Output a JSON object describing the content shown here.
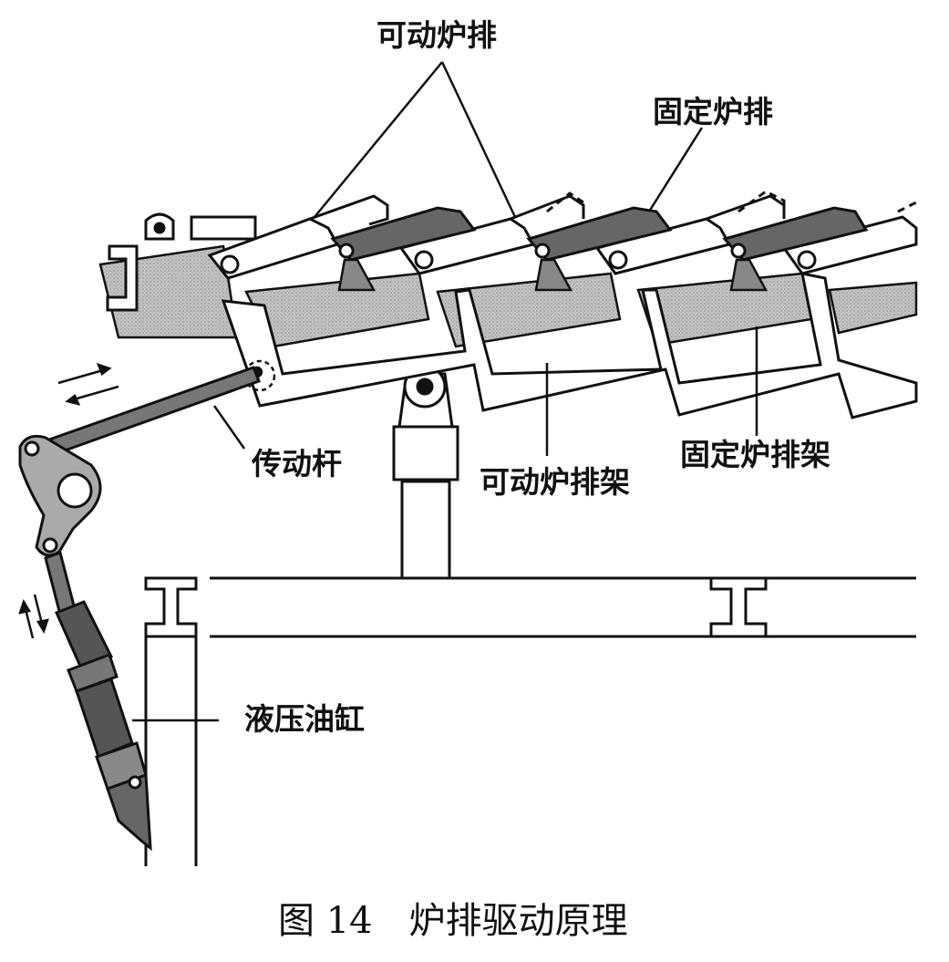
{
  "labels": {
    "movable_grate": "可动炉排",
    "fixed_grate": "固定炉排",
    "drive_rod": "传动杆",
    "movable_grate_frame": "可动炉排架",
    "fixed_grate_frame": "固定炉排架",
    "hydraulic_cylinder": "液压油缸"
  },
  "caption": "图 14　炉排驱动原理",
  "colors": {
    "line": "#111111",
    "shade": "#b9b9b9",
    "dark": "#555555",
    "background": "#ffffff"
  }
}
